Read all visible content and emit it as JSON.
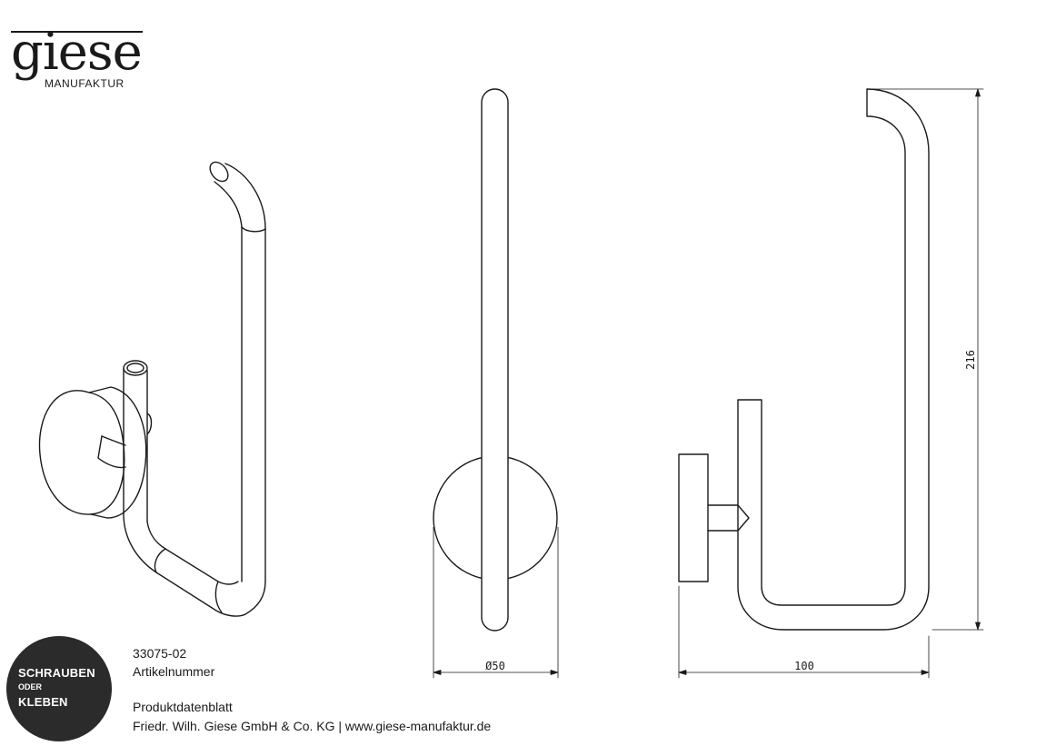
{
  "logo": {
    "wordmark": "giese",
    "subtitle": "MANUFAKTUR"
  },
  "badge": {
    "line1": "SCHRAUBEN",
    "line2": "ODER",
    "line3": "KLEBEN"
  },
  "product": {
    "article_number": "33075-02",
    "article_label": "Artikelnummer",
    "sheet_title": "Produktdatenblatt",
    "company": "Friedr. Wilh. Giese GmbH & Co. KG | www.giese-manufaktur.de"
  },
  "dimensions": {
    "diameter": "Ø50",
    "width": "100",
    "height": "216"
  },
  "colors": {
    "line": "#1a1a1a",
    "badge": "#2b2b2b"
  }
}
